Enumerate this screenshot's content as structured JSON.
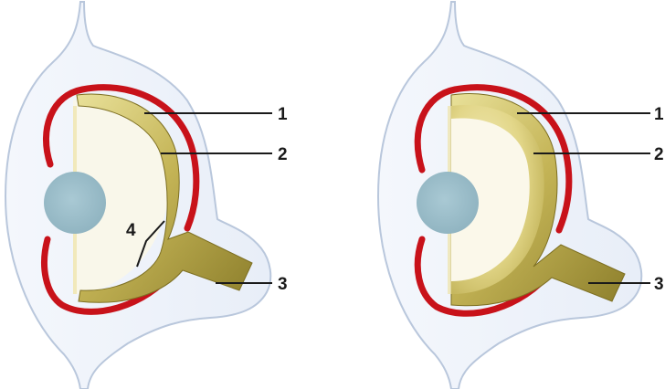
{
  "figure": {
    "panels": [
      {
        "id": "left",
        "labels": {
          "one": "1",
          "two": "2",
          "three": "3",
          "four": "4"
        }
      },
      {
        "id": "right",
        "labels": {
          "one": "1",
          "two": "2",
          "three": "3"
        }
      }
    ]
  },
  "colors": {
    "background": "#ffffff",
    "membrane_fill": "#eef3fa",
    "membrane_stroke": "#b9c7dc",
    "red_band": "#c8121a",
    "gold_body": "#a99a3c",
    "gold_highlight": "#e4dc8a",
    "nucleus": "#9dbfcb",
    "inner_cream": "#f7f0d2",
    "leader": "#1a1a1a"
  },
  "icons": {
    "nucleus": "blue-circle",
    "leader": "straight-line"
  }
}
